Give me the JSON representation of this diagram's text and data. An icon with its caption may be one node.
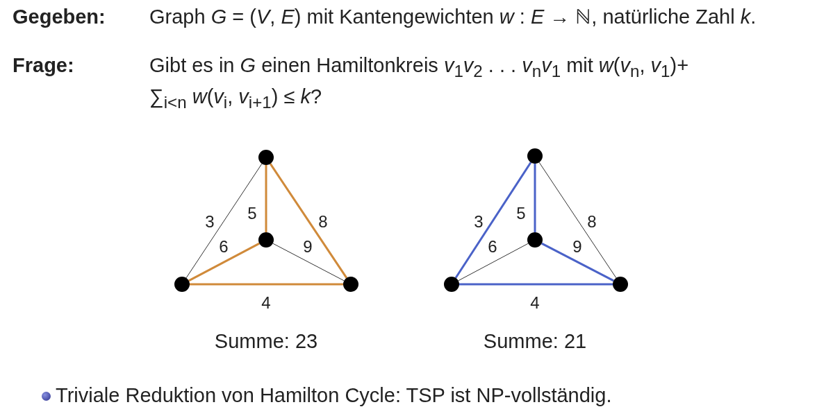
{
  "diagram": {
    "nodes": [
      {
        "text": [],
        "shape": "circle"
      },
      {
        "text": [],
        "shape": "circle"
      },
      {
        "text": [],
        "shape": "circle"
      },
      {
        "text": [],
        "shape": "circle"
      },
      {
        "text": [],
        "shape": "circle"
      },
      {
        "text": [],
        "shape": "circle"
      },
      {
        "text": [],
        "shape": "circle"
      },
      {
        "text": [],
        "shape": "circle"
      }
    ],
    "edges": [
      {
        "from": 0,
        "to": 2,
        "arrow": "none",
        "label": "3"
      },
      {
        "from": 0,
        "to": 1,
        "arrow": "none",
        "label": "5",
        "color": "#d08a3a"
      },
      {
        "from": 0,
        "to": 3,
        "arrow": "none",
        "label": "8",
        "color": "#d08a3a"
      },
      {
        "from": 2,
        "to": 1,
        "arrow": "none",
        "label": "6",
        "color": "#d08a3a"
      },
      {
        "from": 1,
        "to": 3,
        "arrow": "none",
        "label": "9"
      },
      {
        "from": 2,
        "to": 3,
        "arrow": "none",
        "label": "4",
        "color": "#d08a3a"
      },
      {
        "from": 4,
        "to": 6,
        "arrow": "none",
        "label": "3",
        "color": "#4a62c8"
      },
      {
        "from": 4,
        "to": 5,
        "arrow": "none",
        "label": "5",
        "color": "#4a62c8"
      },
      {
        "from": 4,
        "to": 7,
        "arrow": "none",
        "label": "8"
      },
      {
        "from": 6,
        "to": 5,
        "arrow": "none",
        "label": "6"
      },
      {
        "from": 5,
        "to": 7,
        "arrow": "none",
        "label": "9",
        "color": "#4a62c8"
      },
      {
        "from": 6,
        "to": 7,
        "arrow": "none",
        "label": "4",
        "color": "#4a62c8"
      }
    ],
    "labels": [
      "Gegeben:",
      "Graph *G* = (*V*, *E*) mit Kantengewichten *w* : *E* → ℕ, natürliche Zahl *k*.",
      "Frage:",
      "Gibt es in *G* einen Hamiltonkreis *v*$_{1}$*v*$_{2}$ . . . *v*$_{n}$*v*$_{1}$ mit *w*(*v*$_{n}$, *v*$_{1}$)+ ∑$_{i<n}$ *w*(*v*$_{i}$, *v*$_{i+1}$) ≤ *k*?",
      "Summe: 23",
      "Summe: 21",
      "Triviale Reduktion von Hamilton Cycle: TSP ist NP-vollständig."
    ]
  }
}
